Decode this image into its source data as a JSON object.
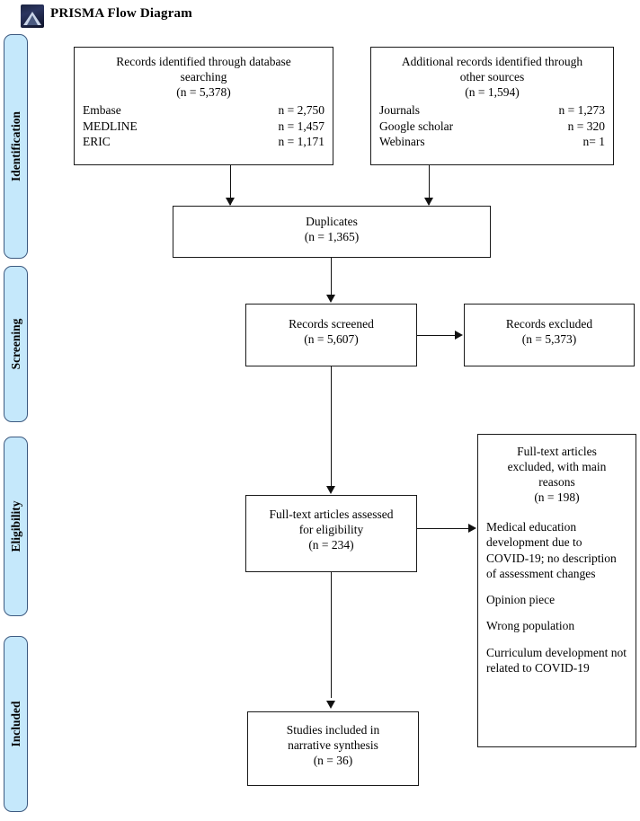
{
  "header": {
    "title": "PRISMA Flow Diagram",
    "logo_icon": "prisma-pyramid-icon"
  },
  "phases": [
    {
      "label": "Identification"
    },
    {
      "label": "Screening"
    },
    {
      "label": "Eligibility"
    },
    {
      "label": "Included"
    }
  ],
  "boxes": {
    "database_search": {
      "title_line1": "Records identified through database",
      "title_line2": "searching",
      "count": "(n = 5,378)",
      "sources": [
        {
          "label": "Embase",
          "value": "n = 2,750"
        },
        {
          "label": "MEDLINE",
          "value": "n = 1,457"
        },
        {
          "label": "ERIC",
          "value": "n = 1,171"
        }
      ]
    },
    "other_sources": {
      "title_line1": "Additional records identified through",
      "title_line2": "other sources",
      "count": "(n = 1,594)",
      "sources": [
        {
          "label": "Journals",
          "value": "n = 1,273"
        },
        {
          "label": "Google scholar",
          "value": "n = 320"
        },
        {
          "label": "Webinars",
          "value": "n= 1"
        }
      ]
    },
    "duplicates": {
      "title": "Duplicates",
      "count": "(n = 1,365)"
    },
    "records_screened": {
      "title": "Records screened",
      "count": "(n = 5,607)"
    },
    "records_excluded": {
      "title": "Records excluded",
      "count": "(n = 5,373)"
    },
    "fulltext_assessed": {
      "title_line1": "Full-text articles assessed",
      "title_line2": "for eligibility",
      "count": "(n = 234)"
    },
    "fulltext_excluded": {
      "title_line1": "Full-text articles",
      "title_line2": "excluded, with main",
      "title_line3": "reasons",
      "count": "(n = 198)",
      "reasons": [
        "Medical education development due to COVID-19; no description of assessment changes",
        "Opinion piece",
        "Wrong population",
        "Curriculum development not related to COVID-19"
      ]
    },
    "studies_included": {
      "title_line1": "Studies included in",
      "title_line2": "narrative synthesis",
      "count": "(n = 36)"
    }
  },
  "colors": {
    "phase_tab_fill": "#c5e8fb",
    "phase_tab_border": "#3d5a80",
    "box_border": "#1a1a1a",
    "connector": "#111111"
  }
}
